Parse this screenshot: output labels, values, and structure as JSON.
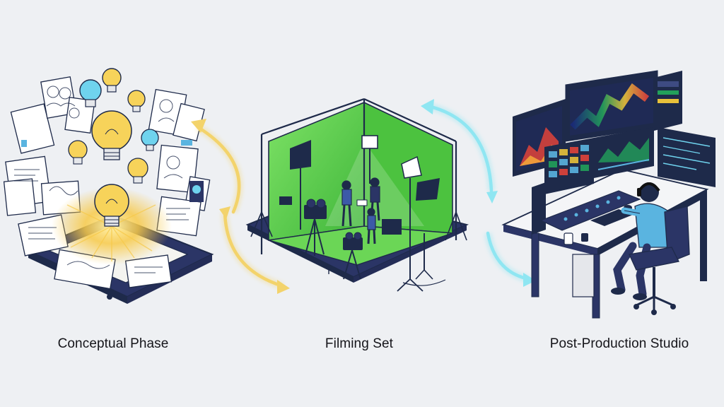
{
  "stages": [
    {
      "id": "concept",
      "label": "Conceptual Phase"
    },
    {
      "id": "film",
      "label": "Filming Set"
    },
    {
      "id": "post",
      "label": "Post-Production Studio"
    }
  ],
  "colors": {
    "background": "#eef0f3",
    "ink": "#1e2a4a",
    "navy": "#2b3566",
    "green_screen": "#5fd14a",
    "bulb_yellow": "#f7d35a",
    "bulb_cyan": "#6fd3ee",
    "arrow_gold": "#f3d36b",
    "arrow_cyan": "#8fe6f2",
    "shirt_blue": "#5ab4e0"
  },
  "icons": [
    "light-bulb-icon",
    "camera-icon",
    "film-light-icon",
    "monitor-icon",
    "headphones-icon",
    "office-chair-icon"
  ]
}
